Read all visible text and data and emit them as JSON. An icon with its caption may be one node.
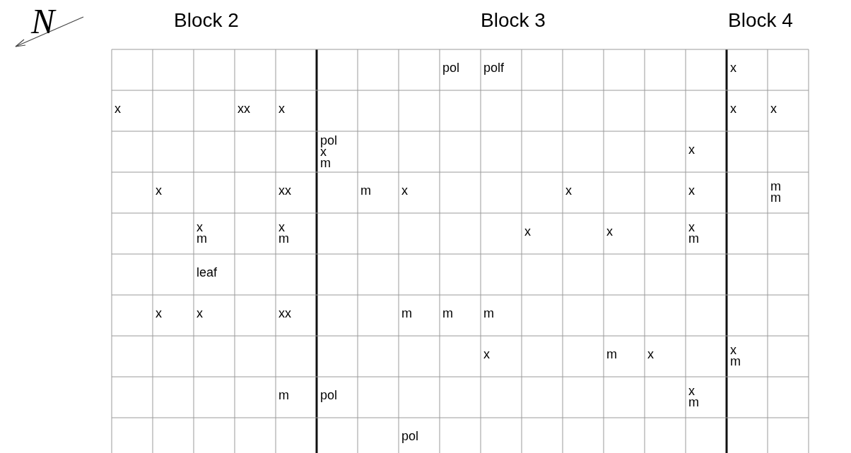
{
  "diagram": {
    "labels": [
      "N",
      "Block 2",
      "Block 3",
      "Block 4",
      "pol",
      "polf",
      "x",
      "x",
      "xx",
      "x",
      "x",
      "x",
      "pol",
      "x",
      "m",
      "x",
      "x",
      "xx",
      "m",
      "x",
      "x",
      "x",
      "m",
      "m",
      "x",
      "m",
      "x",
      "m",
      "x",
      "x",
      "x",
      "m",
      "leaf",
      "x",
      "x",
      "xx",
      "m",
      "m",
      "m",
      "x",
      "m",
      "x",
      "x",
      "m",
      "m",
      "pol",
      "x",
      "m",
      "pol"
    ]
  }
}
